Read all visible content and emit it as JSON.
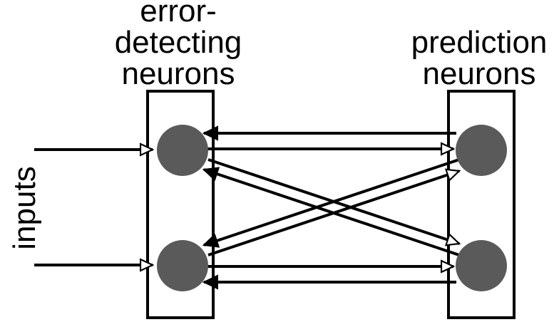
{
  "labels": {
    "error_group": [
      "error-",
      "detecting",
      "neurons"
    ],
    "prediction_group": [
      "prediction",
      "neurons"
    ],
    "inputs": "inputs"
  },
  "colors": {
    "neuron_fill": "#5a5a5a",
    "stroke": "#000000",
    "background": "#ffffff"
  },
  "diagram": {
    "neurons": [
      {
        "id": "error-neuron-top",
        "group": "error"
      },
      {
        "id": "error-neuron-bottom",
        "group": "error"
      },
      {
        "id": "prediction-neuron-top",
        "group": "prediction"
      },
      {
        "id": "prediction-neuron-bottom",
        "group": "prediction"
      }
    ],
    "connections": [
      {
        "from": "inputs",
        "to": "error-neuron-top",
        "head": "open"
      },
      {
        "from": "inputs",
        "to": "error-neuron-bottom",
        "head": "open"
      },
      {
        "from": "error-neuron-top",
        "to": "prediction-neuron-top",
        "head": "open"
      },
      {
        "from": "prediction-neuron-top",
        "to": "error-neuron-top",
        "head": "filled"
      },
      {
        "from": "error-neuron-top",
        "to": "prediction-neuron-bottom",
        "head": "open"
      },
      {
        "from": "prediction-neuron-bottom",
        "to": "error-neuron-top",
        "head": "filled"
      },
      {
        "from": "error-neuron-bottom",
        "to": "prediction-neuron-top",
        "head": "open"
      },
      {
        "from": "prediction-neuron-top",
        "to": "error-neuron-bottom",
        "head": "filled"
      },
      {
        "from": "error-neuron-bottom",
        "to": "prediction-neuron-bottom",
        "head": "open"
      },
      {
        "from": "prediction-neuron-bottom",
        "to": "error-neuron-bottom",
        "head": "filled"
      }
    ]
  }
}
